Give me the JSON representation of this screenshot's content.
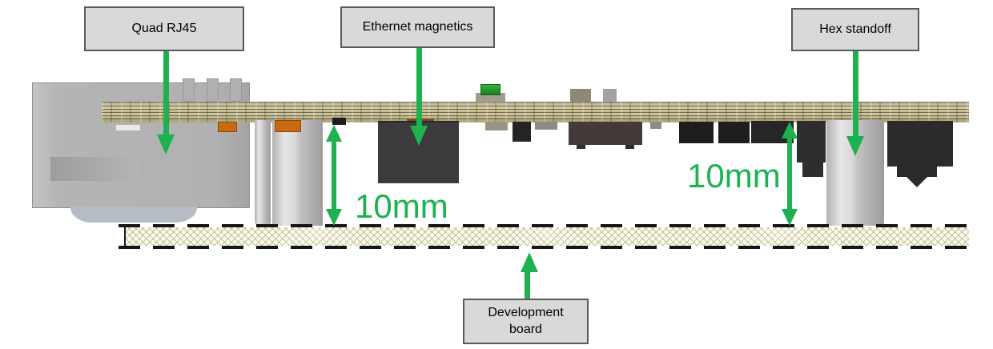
{
  "figure": {
    "type": "annotated-hardware-side-view-diagram",
    "labels": {
      "quad_rj45": "Quad RJ45",
      "ethernet_magnetics": "Ethernet magnetics",
      "hex_standoff": "Hex standoff",
      "development_board": "Development\nboard"
    },
    "measurements": {
      "left_standoff_gap": "10mm",
      "right_standoff_gap": "10mm"
    },
    "colors": {
      "annotation_green": "#1db24f",
      "label_fill": "#d9d9d9",
      "label_border": "#5a5a5a",
      "pcb_tan": "#c2b98c",
      "magnetics_body": "#3b3b3d",
      "standoff_gray": "#d6d6d6",
      "rj45_shield_gray": "#b4b4b4",
      "component_orange": "#c96a10",
      "devboard_hatch": "#c6bf8e"
    }
  }
}
